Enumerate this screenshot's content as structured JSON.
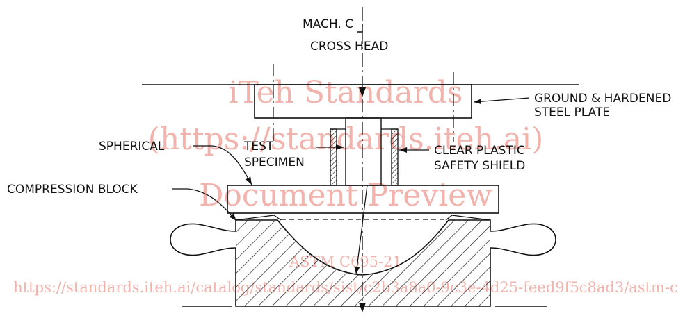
{
  "labels": {
    "mach_center": "MACH. C",
    "cross_head": "CROSS HEAD",
    "steel_plate_line1": "GROUND & HARDENED",
    "steel_plate_line2": "STEEL PLATE",
    "spherical": "SPHERICAL",
    "test_specimen_line1": "TEST",
    "test_specimen_line2": "SPECIMEN",
    "shield_line1": "CLEAR PLASTIC",
    "shield_line2": "SAFETY SHIELD",
    "compression_block": "COMPRESSION BLOCK"
  },
  "watermark": {
    "line1": "iTeh Standards",
    "line2": "(https://standards.iteh.ai)",
    "line3": "Document Preview",
    "doc_code": "ASTM C695-21",
    "url": "https://standards.iteh.ai/catalog/standards/sist/c2b3a8a0-9c3e-4d25-feed9f5c8ad3/astm-c"
  },
  "colors": {
    "line": "#111111",
    "watermark": "#f2b3ad"
  }
}
